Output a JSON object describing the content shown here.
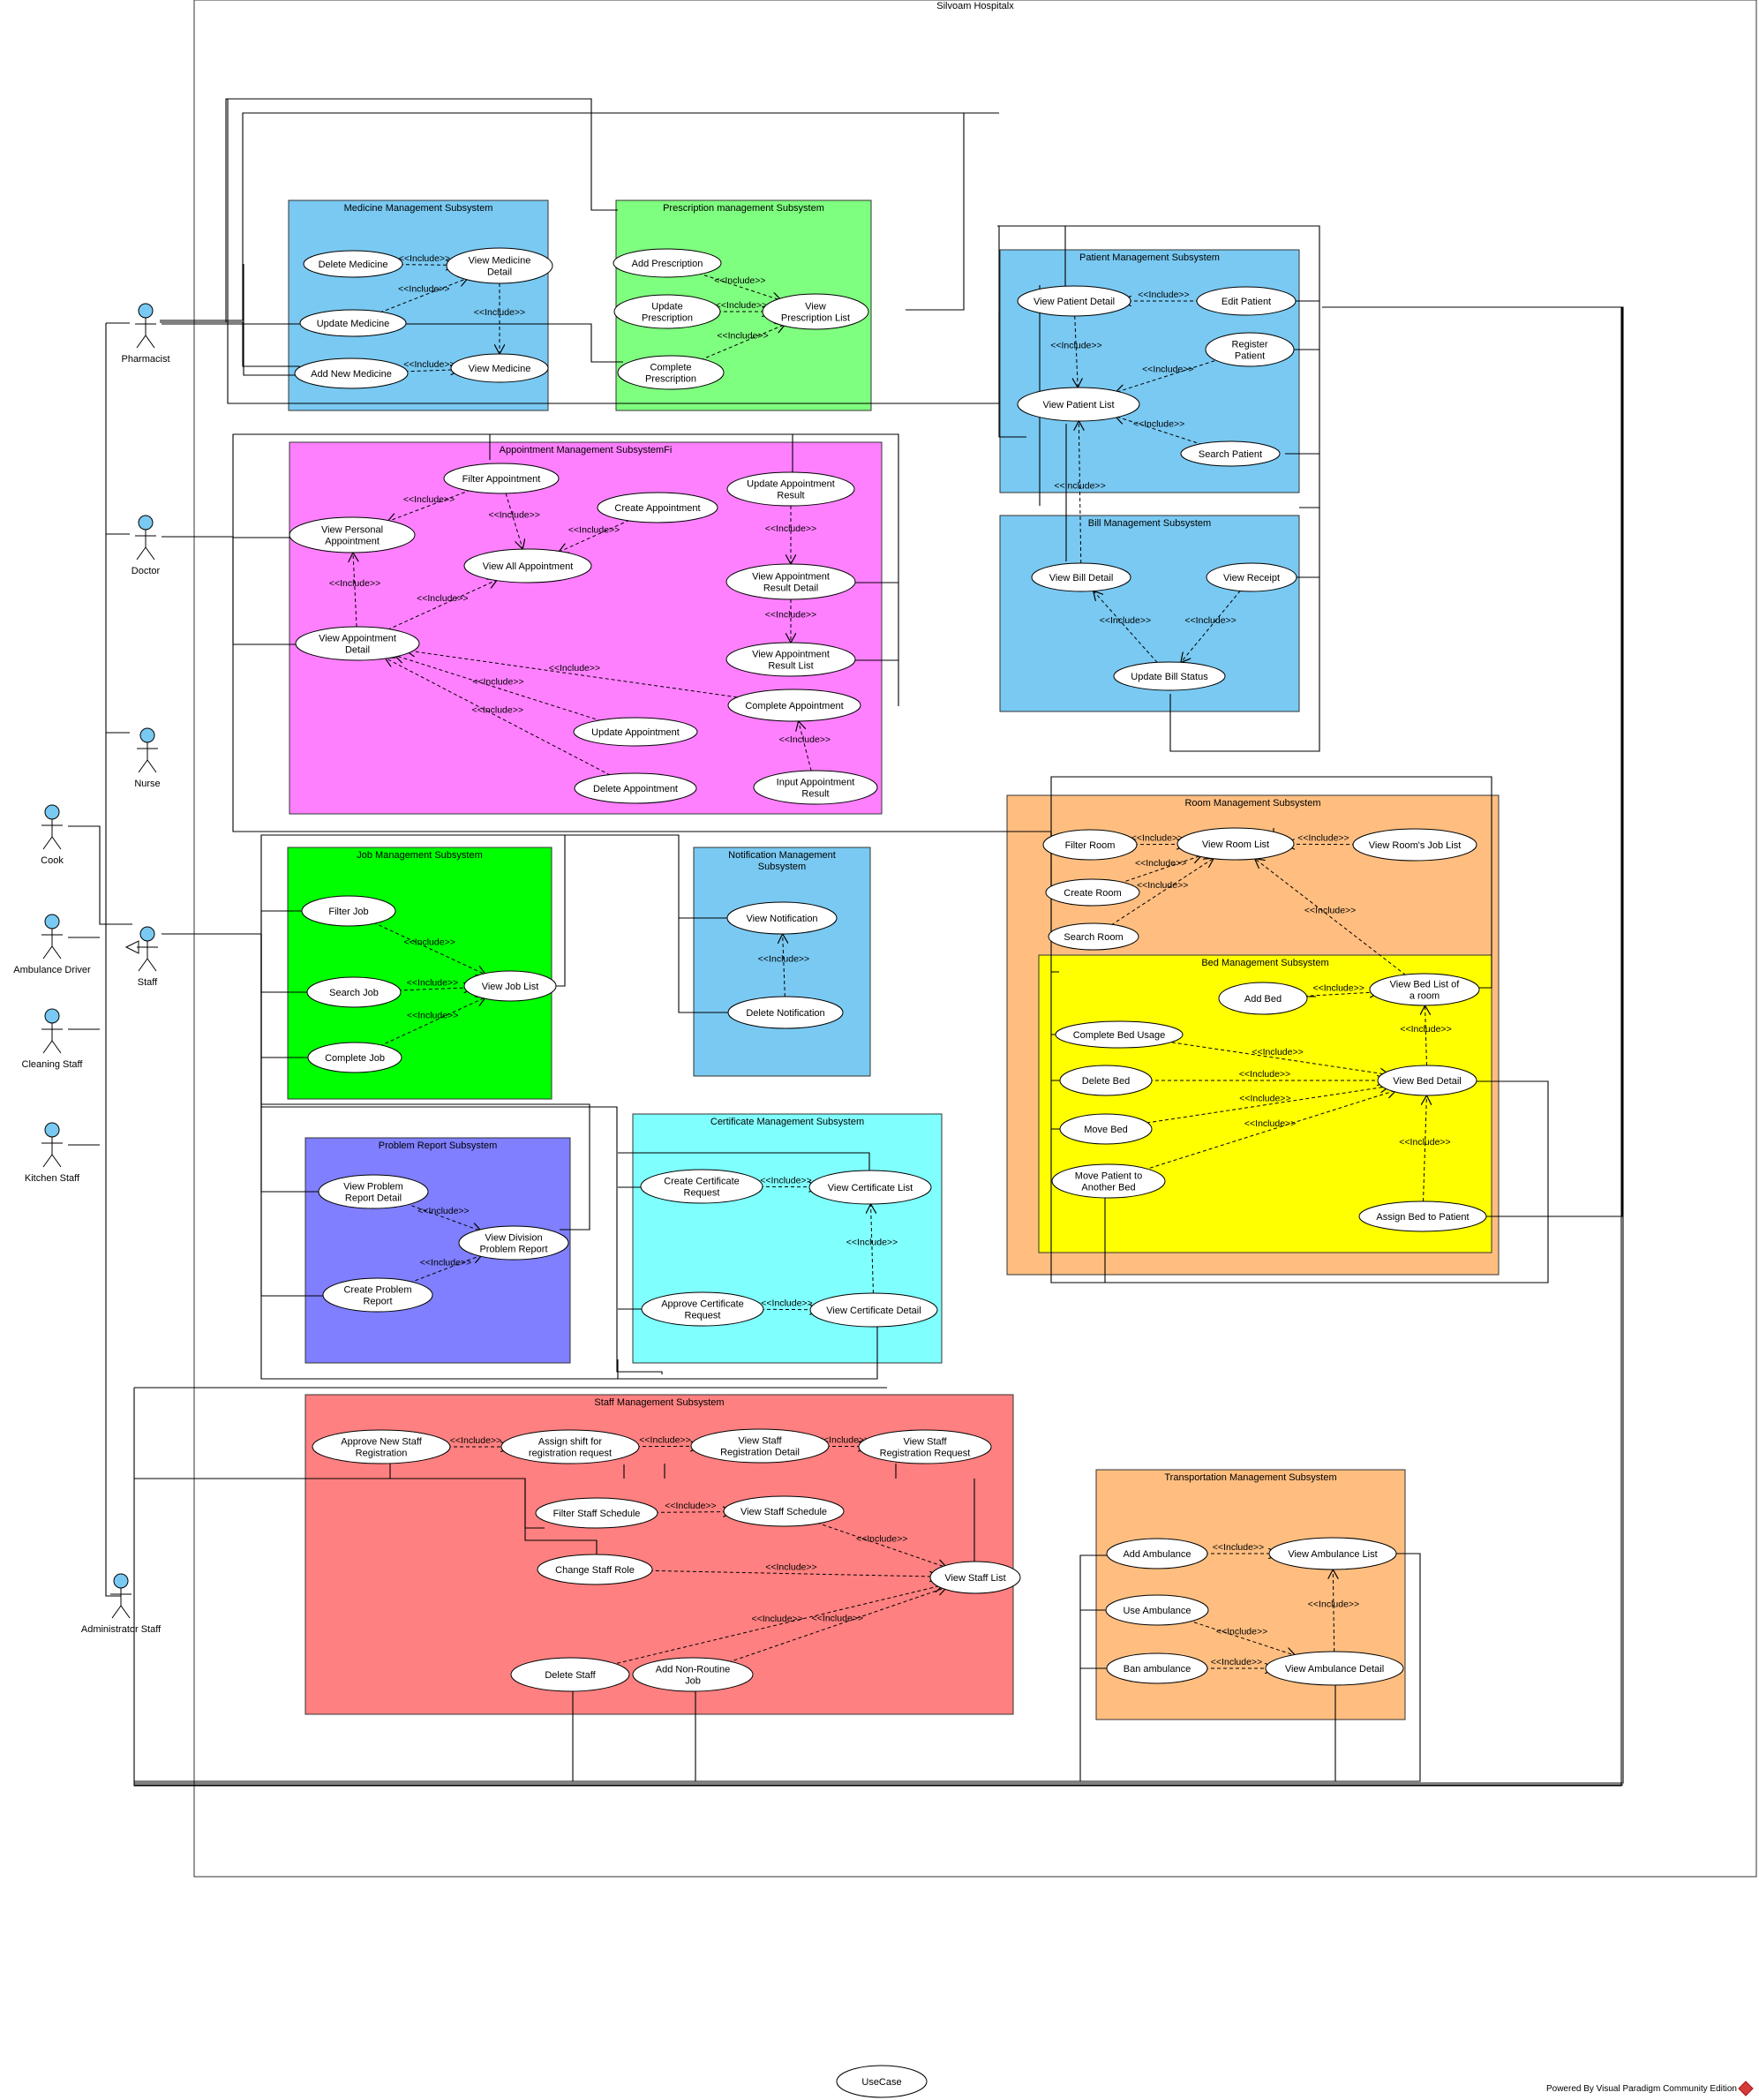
{
  "system": {
    "name": "Silvoam Hospitalx"
  },
  "include_label": "<<Include>>",
  "colors": {
    "medicine": "#79c9f2",
    "prescription": "#7fff7f",
    "patient": "#79c9f2",
    "appointment": "#ff80ff",
    "bill": "#79c9f2",
    "job": "#00ff00",
    "notification": "#79c9f2",
    "room": "#ffbe80",
    "bed": "#ffff00",
    "problem": "#7f7fff",
    "certificate": "#80ffff",
    "staff": "#ff8080",
    "transport": "#ffbe80",
    "actor_head": "#79c9f2"
  },
  "actors": [
    {
      "id": "pharmacist",
      "name": "Pharmacist"
    },
    {
      "id": "doctor",
      "name": "Doctor"
    },
    {
      "id": "nurse",
      "name": "Nurse"
    },
    {
      "id": "cook",
      "name": "Cook"
    },
    {
      "id": "ambulance",
      "name": "Ambulance Driver"
    },
    {
      "id": "staff",
      "name": "Staff"
    },
    {
      "id": "cleaning",
      "name": "Cleaning Staff"
    },
    {
      "id": "kitchen",
      "name": "Kitchen Staff"
    },
    {
      "id": "admin",
      "name": "Administrator Staff"
    }
  ],
  "packages": [
    {
      "id": "medicine",
      "name": [
        "Medicine Management Subsystem"
      ]
    },
    {
      "id": "prescription",
      "name": [
        "Prescription management Subsystem"
      ]
    },
    {
      "id": "patient",
      "name": [
        "Patient Management Subsystem"
      ]
    },
    {
      "id": "appointment",
      "name": [
        "Appointment Management SubsystemFi"
      ]
    },
    {
      "id": "bill",
      "name": [
        "Bill Management Subsystem"
      ]
    },
    {
      "id": "job",
      "name": [
        "Job Management Subsystem"
      ]
    },
    {
      "id": "notification",
      "name": [
        "Notification Management",
        "Subsystem"
      ]
    },
    {
      "id": "room",
      "name": [
        "Room Management Subsystem"
      ]
    },
    {
      "id": "bed",
      "name": [
        "Bed Management Subsystem"
      ]
    },
    {
      "id": "problem",
      "name": [
        "Problem Report Subsystem"
      ]
    },
    {
      "id": "certificate",
      "name": [
        "Certificate Management Subsystem"
      ]
    },
    {
      "id": "staffmgmt",
      "name": [
        "Staff Management Subsystem"
      ]
    },
    {
      "id": "transport",
      "name": [
        "Transportation Management Subsystem"
      ]
    }
  ],
  "use_cases": [
    {
      "id": "delMed",
      "name": [
        "Delete Medicine"
      ]
    },
    {
      "id": "viewMedDet",
      "name": [
        "View Medicine",
        "Detail"
      ]
    },
    {
      "id": "updMed",
      "name": [
        "Update Medicine"
      ]
    },
    {
      "id": "addMed",
      "name": [
        "Add New Medicine"
      ]
    },
    {
      "id": "viewMed",
      "name": [
        "View Medicine"
      ]
    },
    {
      "id": "addPres",
      "name": [
        "Add Prescription"
      ]
    },
    {
      "id": "updPres",
      "name": [
        "Update",
        "Prescription"
      ]
    },
    {
      "id": "viewPresList",
      "name": [
        "View",
        "Prescription List"
      ]
    },
    {
      "id": "compPres",
      "name": [
        "Complete",
        "Prescription"
      ]
    },
    {
      "id": "viewPatDet",
      "name": [
        "View Patient Detail"
      ]
    },
    {
      "id": "editPat",
      "name": [
        "Edit Patient"
      ]
    },
    {
      "id": "regPat",
      "name": [
        "Register",
        "Patient"
      ]
    },
    {
      "id": "viewPatList",
      "name": [
        "View Patient List"
      ]
    },
    {
      "id": "searchPat",
      "name": [
        "Search Patient"
      ]
    },
    {
      "id": "filterAppt",
      "name": [
        "Filter Appointment"
      ]
    },
    {
      "id": "updApptRes",
      "name": [
        "Update Appointment",
        "Result"
      ]
    },
    {
      "id": "viewPersAppt",
      "name": [
        "View Personal",
        "Appointment"
      ]
    },
    {
      "id": "createAppt",
      "name": [
        "Create Appointment"
      ]
    },
    {
      "id": "viewAllAppt",
      "name": [
        "View All Appointment"
      ]
    },
    {
      "id": "viewApptResDet",
      "name": [
        "View Appointment",
        "Result Detail"
      ]
    },
    {
      "id": "viewApptDet",
      "name": [
        "View Appointment",
        "Detail"
      ]
    },
    {
      "id": "viewApptResList",
      "name": [
        "View Appointment",
        "Result List"
      ]
    },
    {
      "id": "compAppt",
      "name": [
        "Complete Appointment"
      ]
    },
    {
      "id": "updAppt",
      "name": [
        "Update Appointment"
      ]
    },
    {
      "id": "inputApptRes",
      "name": [
        "Input Appointment",
        "Result"
      ]
    },
    {
      "id": "delAppt",
      "name": [
        "Delete Appointment"
      ]
    },
    {
      "id": "viewBillDet",
      "name": [
        "View Bill Detail"
      ]
    },
    {
      "id": "viewReceipt",
      "name": [
        "View Receipt"
      ]
    },
    {
      "id": "updBill",
      "name": [
        "Update Bill Status"
      ]
    },
    {
      "id": "filterJob",
      "name": [
        "Filter Job"
      ]
    },
    {
      "id": "searchJob",
      "name": [
        "Search Job"
      ]
    },
    {
      "id": "viewJobList",
      "name": [
        "View Job List"
      ]
    },
    {
      "id": "compJob",
      "name": [
        "Complete Job"
      ]
    },
    {
      "id": "viewNotif",
      "name": [
        "View Notification"
      ]
    },
    {
      "id": "delNotif",
      "name": [
        "Delete Notification"
      ]
    },
    {
      "id": "filterRoom",
      "name": [
        "Filter Room"
      ]
    },
    {
      "id": "viewRoomList",
      "name": [
        "View Room List"
      ]
    },
    {
      "id": "viewRoomJob",
      "name": [
        "View Room's Job List"
      ]
    },
    {
      "id": "createRoom",
      "name": [
        "Create Room"
      ]
    },
    {
      "id": "searchRoom",
      "name": [
        "Search Room"
      ]
    },
    {
      "id": "addBed",
      "name": [
        "Add Bed"
      ]
    },
    {
      "id": "viewBedList",
      "name": [
        "View Bed List of",
        "a room"
      ]
    },
    {
      "id": "compBed",
      "name": [
        "Complete Bed Usage"
      ]
    },
    {
      "id": "delBed",
      "name": [
        "Delete Bed"
      ]
    },
    {
      "id": "viewBedDet",
      "name": [
        "View Bed Detail"
      ]
    },
    {
      "id": "moveBed",
      "name": [
        "Move Bed"
      ]
    },
    {
      "id": "movePat",
      "name": [
        "Move Patient to",
        "Another Bed"
      ]
    },
    {
      "id": "assignBed",
      "name": [
        "Assign Bed to Patient"
      ]
    },
    {
      "id": "viewProbDet",
      "name": [
        "View Problem",
        "Report Detail"
      ]
    },
    {
      "id": "viewDivProb",
      "name": [
        "View Division",
        "Problem Report"
      ]
    },
    {
      "id": "createProb",
      "name": [
        "Create Problem",
        "Report"
      ]
    },
    {
      "id": "createCert",
      "name": [
        "Create Certificate",
        "Request"
      ]
    },
    {
      "id": "viewCertList",
      "name": [
        "View Certificate List"
      ]
    },
    {
      "id": "approveCert",
      "name": [
        "Approve Certificate",
        "Request"
      ]
    },
    {
      "id": "viewCertDet",
      "name": [
        "View Certificate Detail"
      ]
    },
    {
      "id": "approveStaff",
      "name": [
        "Approve New Staff",
        "Registration"
      ]
    },
    {
      "id": "assignShift",
      "name": [
        "Assign shift for",
        "registration request"
      ]
    },
    {
      "id": "viewStaffRegDet",
      "name": [
        "View Staff",
        "Registration Detail"
      ]
    },
    {
      "id": "viewStaffRegReq",
      "name": [
        "View Staff",
        "Registration Request"
      ]
    },
    {
      "id": "filterSched",
      "name": [
        "Filter Staff Schedule"
      ]
    },
    {
      "id": "viewSched",
      "name": [
        "View Staff Schedule"
      ]
    },
    {
      "id": "changeRole",
      "name": [
        "Change Staff Role"
      ]
    },
    {
      "id": "viewStaffList",
      "name": [
        "View Staff List"
      ]
    },
    {
      "id": "delStaff",
      "name": [
        "Delete Staff"
      ]
    },
    {
      "id": "addNonRoutine",
      "name": [
        "Add Non-Routine",
        "Job"
      ]
    },
    {
      "id": "addAmb",
      "name": [
        "Add Ambulance"
      ]
    },
    {
      "id": "viewAmbList",
      "name": [
        "View Ambulance List"
      ]
    },
    {
      "id": "useAmb",
      "name": [
        "Use Ambulance"
      ]
    },
    {
      "id": "banAmb",
      "name": [
        "Ban ambulance"
      ]
    },
    {
      "id": "viewAmbDet",
      "name": [
        "View Ambulance Detail"
      ]
    },
    {
      "id": "legendUC",
      "name": [
        "UseCase"
      ]
    }
  ],
  "footer": "Powered By Visual Paradigm Community Edition"
}
